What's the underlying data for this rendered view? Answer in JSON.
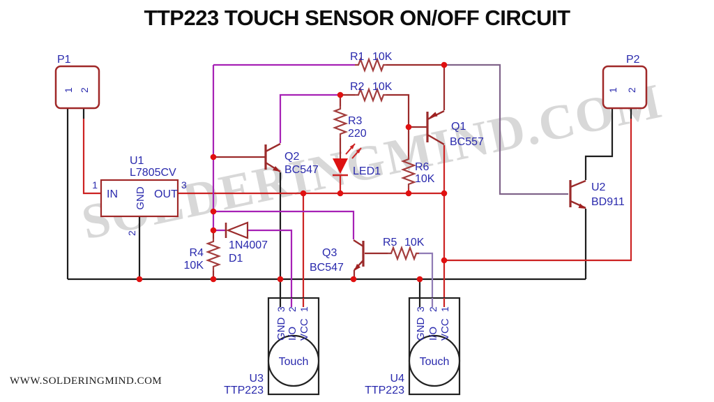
{
  "title": "TTP223 TOUCH SENSOR ON/OFF CIRCUIT",
  "watermark": "SOLDERINGMIND.COM",
  "footer": "WWW.SOLDERINGMIND.COM",
  "colors": {
    "wire_red": "#cc2222",
    "wire_black": "#1c1c1c",
    "wire_purple": "#a621b5",
    "wire_violet": "#8f7bb5",
    "wire_mauve": "#80648a",
    "symbol_maroon": "#9b2b2b",
    "label_blue": "#2929ad",
    "junction_red": "#e01010",
    "led_red": "#dd1111"
  },
  "components": {
    "p1": {
      "ref": "P1",
      "pin1": "1",
      "pin2": "2"
    },
    "p2": {
      "ref": "P2",
      "pin1": "1",
      "pin2": "2"
    },
    "u1": {
      "ref": "U1",
      "part": "L7805CV",
      "in": "IN",
      "gnd": "GND",
      "out": "OUT",
      "pin1": "1",
      "pin2": "2",
      "pin3": "3"
    },
    "u2": {
      "ref": "U2",
      "part": "BD911"
    },
    "u3": {
      "ref": "U3",
      "part": "TTP223",
      "pin1": "1",
      "pin2": "2",
      "pin3": "3",
      "vcc": "VCC",
      "io": "I/O",
      "gnd": "GND",
      "touch": "Touch"
    },
    "u4": {
      "ref": "U4",
      "part": "TTP223",
      "pin1": "1",
      "pin2": "2",
      "pin3": "3",
      "vcc": "VCC",
      "io": "I/O",
      "gnd": "GND",
      "touch": "Touch"
    },
    "q1": {
      "ref": "Q1",
      "part": "BC557"
    },
    "q2": {
      "ref": "Q2",
      "part": "BC547"
    },
    "q3": {
      "ref": "Q3",
      "part": "BC547"
    },
    "r1": {
      "ref": "R1",
      "value": "10K"
    },
    "r2": {
      "ref": "R2",
      "value": "10K"
    },
    "r3": {
      "ref": "R3",
      "value": "220"
    },
    "r4": {
      "ref": "R4",
      "value": "10K"
    },
    "r5": {
      "ref": "R5",
      "value": "10K"
    },
    "r6": {
      "ref": "R6",
      "value": "10K"
    },
    "d1": {
      "ref": "D1",
      "part": "1N4007"
    },
    "led1": {
      "ref": "LED1"
    }
  }
}
